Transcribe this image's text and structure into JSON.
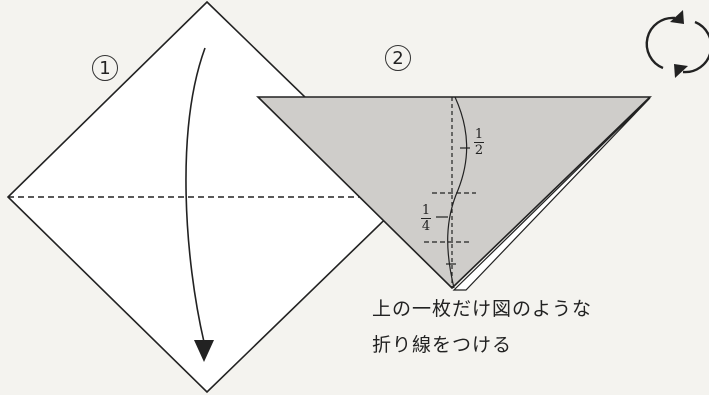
{
  "steps": [
    {
      "number": "1"
    },
    {
      "number": "2"
    }
  ],
  "fractions": {
    "half": {
      "numerator": "1",
      "denominator": "2"
    },
    "quarter": {
      "numerator": "1",
      "denominator": "4"
    }
  },
  "caption": {
    "line1": "上の一枚だけ図のような",
    "line2": "折り線をつける"
  },
  "colors": {
    "paper": "#ffffff",
    "shaded": "#cfcdca",
    "stroke": "#222222"
  },
  "icons": [
    "rotate-icon",
    "fold-arrow-icon"
  ]
}
